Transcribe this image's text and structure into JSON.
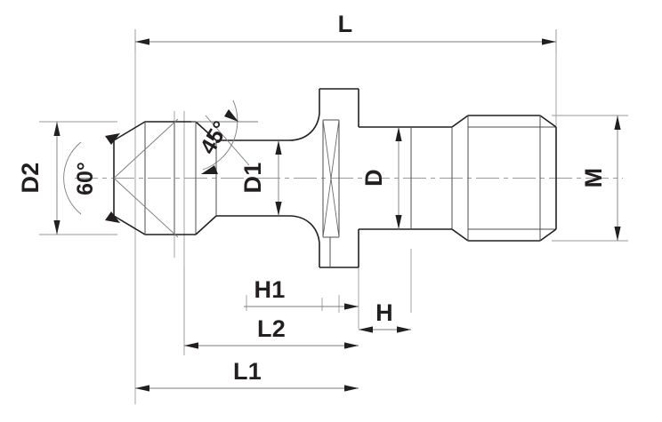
{
  "drawing": {
    "title": "Pull Stud Retention Knob Dimension Drawing",
    "type": "engineering-technical-drawing",
    "background_color": "#ffffff",
    "line_color": "#231f20",
    "dim_line_color": "#7b7b7b",
    "center_line_color": "#9a9a9a"
  },
  "dimensions": {
    "length_overall": {
      "label": "L",
      "orientation": "horizontal",
      "position": "top"
    },
    "length_l1": {
      "label": "L1",
      "orientation": "horizontal",
      "position": "bottom"
    },
    "length_l2": {
      "label": "L2",
      "orientation": "horizontal",
      "position": "bottom"
    },
    "height_h1": {
      "label": "H1",
      "orientation": "horizontal",
      "position": "bottom"
    },
    "height_h": {
      "label": "H",
      "orientation": "horizontal",
      "position": "bottom"
    },
    "diameter_d2": {
      "label": "D2",
      "orientation": "vertical",
      "position": "left"
    },
    "diameter_d1": {
      "label": "D1",
      "orientation": "vertical",
      "position": "center-left"
    },
    "diameter_d": {
      "label": "D",
      "orientation": "vertical",
      "position": "center-right"
    },
    "thread_m": {
      "label": "M",
      "orientation": "vertical",
      "position": "right"
    }
  },
  "angles": {
    "cone_angle": {
      "label": "60°",
      "feature": "head-cone"
    },
    "chamfer_angle": {
      "label": "45°",
      "feature": "neck-taper"
    }
  },
  "features": {
    "head": "conical-head-60deg",
    "neck": "undercut-groove",
    "flange": "sectioned-flange-hatched",
    "shank": "cylindrical-shank",
    "thread": "threaded-end-M"
  }
}
